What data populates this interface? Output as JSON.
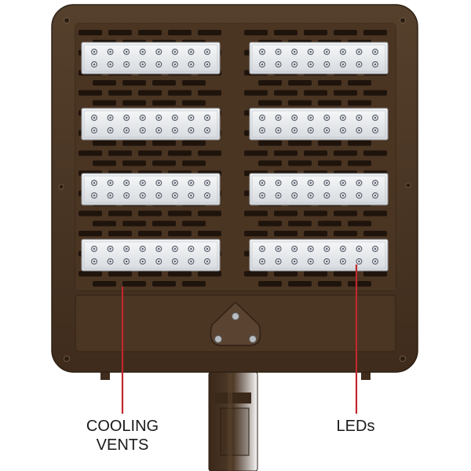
{
  "photo": {
    "subject": "shoebox-area-light-fixture",
    "housing_color": "#4a3422",
    "lens_color": "#e9ecef",
    "led_color": "#5a6270",
    "callout_line_color": "#c0282d"
  },
  "callouts": {
    "cooling_vents_line1": "COOLING",
    "cooling_vents_line2": "VENTS",
    "leds": "LEDs"
  },
  "fixture": {
    "led_modules": 8,
    "leds_per_module": 16
  }
}
